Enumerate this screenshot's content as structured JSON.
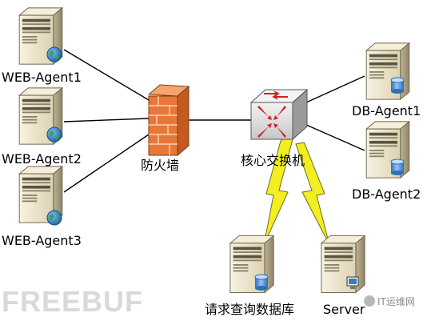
{
  "nodes": {
    "web_agent_1": "WEB-Agent1",
    "web_agent_2": "WEB-Agent2",
    "web_agent_3": "WEB-Agent3",
    "firewall": "防火墙",
    "core_switch": "核心交换机",
    "db_agent_1": "DB-Agent1",
    "db_agent_2": "DB-Agent2",
    "query_db": "请求查询数据库",
    "server": "Server"
  },
  "watermarks": {
    "freebuf": "FREEBUF",
    "it_ops": "IT运维网"
  },
  "icons": {
    "web_server": "server-globe-icon",
    "db_server": "server-database-icon",
    "firewall": "brick-wall-icon",
    "switch": "network-switch-icon",
    "wireless_link": "lightning-bolt-icon",
    "admin_server": "server-computer-icon"
  },
  "colors": {
    "server_body": "#ece3c8",
    "firewall": "#e8773a",
    "lightning": "#f2ee1f",
    "db_cylinder": "#4a8fd6",
    "globe": "#2f7bd1"
  }
}
